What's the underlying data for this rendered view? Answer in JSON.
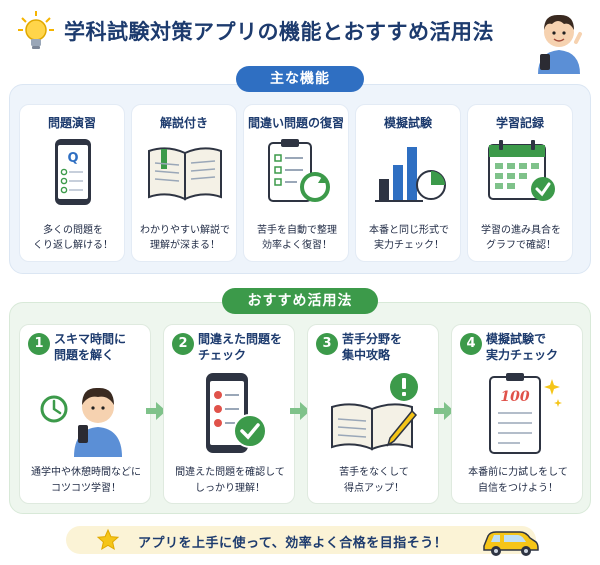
{
  "title": "学科試験対策アプリの機能とおすすめ活用法",
  "features_heading": "主な機能",
  "usage_heading": "おすすめ活用法",
  "features": [
    {
      "title": "問題演習",
      "desc": "多くの問題を\nくり返し解ける！",
      "icon": "phone-quiz-icon"
    },
    {
      "title": "解説付き",
      "desc": "わかりやすい解説で\n理解が深まる！",
      "icon": "open-book-icon"
    },
    {
      "title": "間違い問題の復習",
      "desc": "苦手を自動で整理\n効率よく復習！",
      "icon": "clipboard-refresh-icon"
    },
    {
      "title": "模擬試験",
      "desc": "本番と同じ形式で\n実力チェック！",
      "icon": "bar-chart-icon"
    },
    {
      "title": "学習記録",
      "desc": "学習の進み具合を\nグラフで確認！",
      "icon": "calendar-check-icon"
    }
  ],
  "steps": [
    {
      "num": "1",
      "title": "スキマ時間に\n問題を解く",
      "desc": "通学中や休憩時間などに\nコツコツ学習！",
      "icon": "student-clock-icon"
    },
    {
      "num": "2",
      "title": "間違えた問題を\nチェック",
      "desc": "間違えた問題を確認して\nしっかり理解！",
      "icon": "phone-check-icon"
    },
    {
      "num": "3",
      "title": "苦手分野を\n集中攻略",
      "desc": "苦手をなくして\n得点アップ！",
      "icon": "book-pencil-icon"
    },
    {
      "num": "4",
      "title": "模擬試験で\n実力チェック",
      "desc": "本番前に力試しをして\n自信をつけよう！",
      "icon": "exam-sheet-icon"
    }
  ],
  "score_text": "100",
  "footer": "アプリを上手に使って、効率よく合格を目指そう！",
  "colors": {
    "blue": "#2f6fc2",
    "green": "#3c9a4a",
    "navy": "#1d3b6e",
    "yellow": "#f5c518"
  }
}
